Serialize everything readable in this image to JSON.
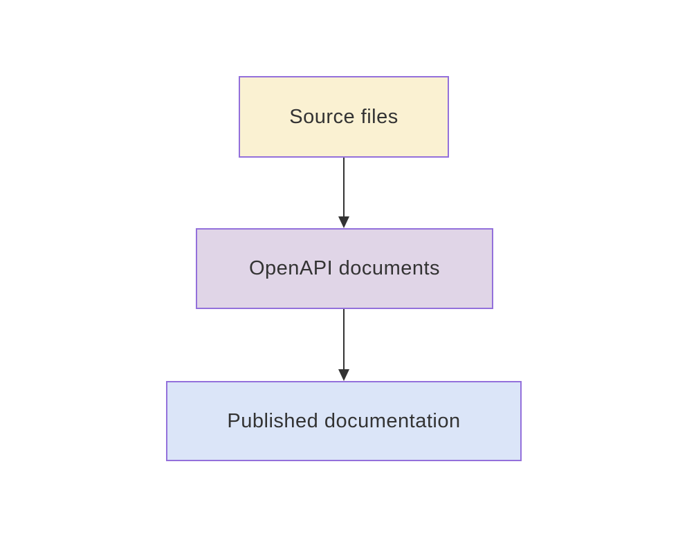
{
  "diagram": {
    "type": "flowchart",
    "direction": "top-down",
    "background": "#ffffff",
    "text_color": "#333333",
    "arrow_color": "#333333",
    "node_border_color": "#9370DB",
    "nodes": [
      {
        "id": "source",
        "label": "Source files",
        "fill": "#FAF1D2",
        "border": "#9370DB"
      },
      {
        "id": "openapi",
        "label": "OpenAPI documents",
        "fill": "#E0D5E7",
        "border": "#9370DB"
      },
      {
        "id": "published",
        "label": "Published documentation",
        "fill": "#DBE5F8",
        "border": "#9370DB"
      }
    ],
    "edges": [
      {
        "from": "source",
        "to": "openapi"
      },
      {
        "from": "openapi",
        "to": "published"
      }
    ]
  }
}
